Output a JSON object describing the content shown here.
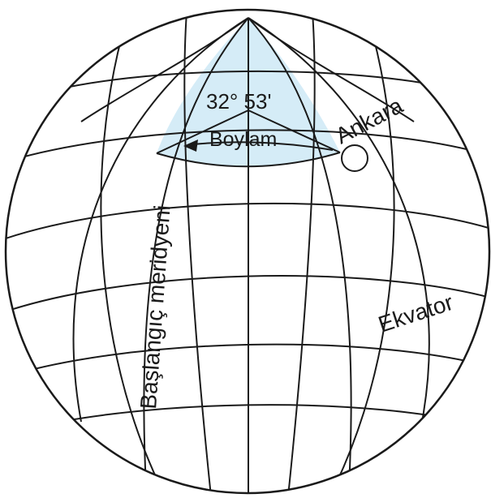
{
  "labels": {
    "angle": "32° 53'",
    "boylam": "Boylam",
    "ankara": "Ankara",
    "prime_meridian": "Başlangıç meridyeni",
    "equator": "Ekvator"
  },
  "colors": {
    "line": "#1a1a1a",
    "shaded_region": "#d5ecf7",
    "background": "#ffffff"
  }
}
